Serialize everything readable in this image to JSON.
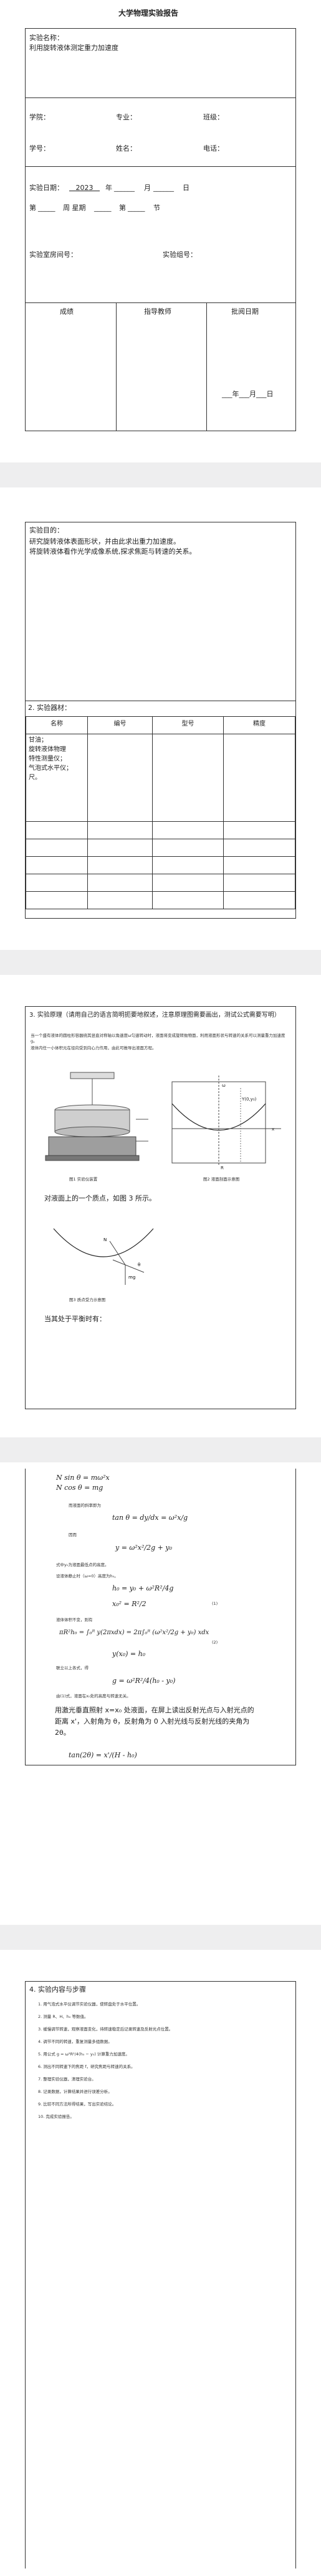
{
  "page1": {
    "report_title": "大学物理实验报告",
    "name_label": "实验名称：",
    "name_value": "利用旋转液体测定重力加速度",
    "college": "学院：",
    "major": "专业：",
    "class": "班级：",
    "student_id": "学号：",
    "student_name": "姓名：",
    "phone": "电话：",
    "date_label": "实验日期：",
    "date_year": "2023",
    "date_year_suffix": "年",
    "date_month": "月",
    "date_day": "日",
    "week_prefix": "第",
    "week_label": "周 星期",
    "week_slot": "第",
    "section": "节",
    "room": "实验室房间号：",
    "group": "实验组号：",
    "grade": "成绩",
    "teacher": "指导教师",
    "approve_date": "批阅日期",
    "approve_date_fill": "___年___月___日"
  },
  "page2": {
    "purpose_label": "实验目的：",
    "purpose_1": "研究旋转液体表面形状，并由此求出重力加速度。",
    "purpose_2": "将旋转液体看作光学成像系统,探求焦距与转速的关系。",
    "equipment_label": "2. 实验器材：",
    "headers": [
      "名称",
      "编号",
      "型号",
      "精度"
    ],
    "rows": [
      "甘油；",
      "旋转液体物理",
      "特性测量仪；",
      "气泡式水平仪；",
      "尺。"
    ]
  },
  "page3": {
    "principle_title": "3. 实验原理（请用自己的语言简明扼要地叙述，注意原理图需要画出，测试公式需要写明）",
    "principle_body_1": "当一个盛有液体的圆柱形容器绕其竖直对称轴以角速度ω匀速转动时，液面将变成旋转抛物面，利用液面形状与转速的关系可以测量重力加速度g。",
    "principle_body_2": "液体内任一小体积元在径向受到向心力作用，由此可推导出液面方程。",
    "fig1_caption": "图1  实验仪装置",
    "fig2_caption": "图2  液面剖面示意图",
    "slope_text": "对液面上的一个质点，如图 3 所示。",
    "fig3_caption": "图3  质点受力示意图",
    "equilibrium_text": "当其处于平衡时有："
  },
  "page4": {
    "eq1_left": "N sin θ = mω²x",
    "eq2_left": "N cos θ = mg",
    "note1": "而液面的斜率即为",
    "eq3": "tan θ = dy/dx = ω²x/g",
    "note2": "因而",
    "eq4": "y = ω²x²/2g + y₀",
    "note3": "式中y₀为液面最低点的高度。",
    "note4": "设液体静止时（ω=0）高度为h₀。",
    "eq5": "h₀ = y₀ + ω²R²/4g",
    "eq6": "x₀² = R²/2",
    "eq6_num": "(1)",
    "note5": "液体体积不变，则有",
    "eq7": "πR²h₀ = ∫₀ᴿ y(2πxdx) = 2π∫₀ᴿ (ω²x²/2g + y₀) xdx",
    "eq7_num": "(2)",
    "eq8": "y(x₀) = h₀",
    "note6": "联立以上各式，得",
    "eq9": "g = ω²R²/4(h₀ - y₀)",
    "note7": "由(1)式，液面在x₀处的高度与转速无关。",
    "paragraph_1": "用激光垂直照射 x=x₀ 处液面，在屏上读出反射光点与入射光点的距离 x'，入射角为 θ，反射角为 0 入射光线与反射光线的夹角为 2θ。",
    "eq10": "tan(2θ) = x'/(H - h₀)"
  },
  "page5": {
    "content_title": "4. 实验内容与步骤",
    "steps": [
      "1. 用气泡式水平仪调节实验仪器，使转盘处于水平位置。",
      "2. 测量 R、H、h₀ 等数值。",
      "3. 缓慢调节转速，观察液面变化，待转速稳定后记录转速及反射光点位置。",
      "4. 调节不同的转速，重复测量多组数据。",
      "5. 用公式 g = ω²R²/4(h₀ − y₀) 计算重力加速度。",
      "6. 测出不同转速下的焦距 f，研究焦距与转速的关系。",
      "7. 整理实验仪器，清理实验台。",
      "8. 记录数据，计算结果并进行误差分析。",
      "9. 比较不同方法所得结果，写出实验结论。",
      "10. 完成实验报告。"
    ]
  }
}
